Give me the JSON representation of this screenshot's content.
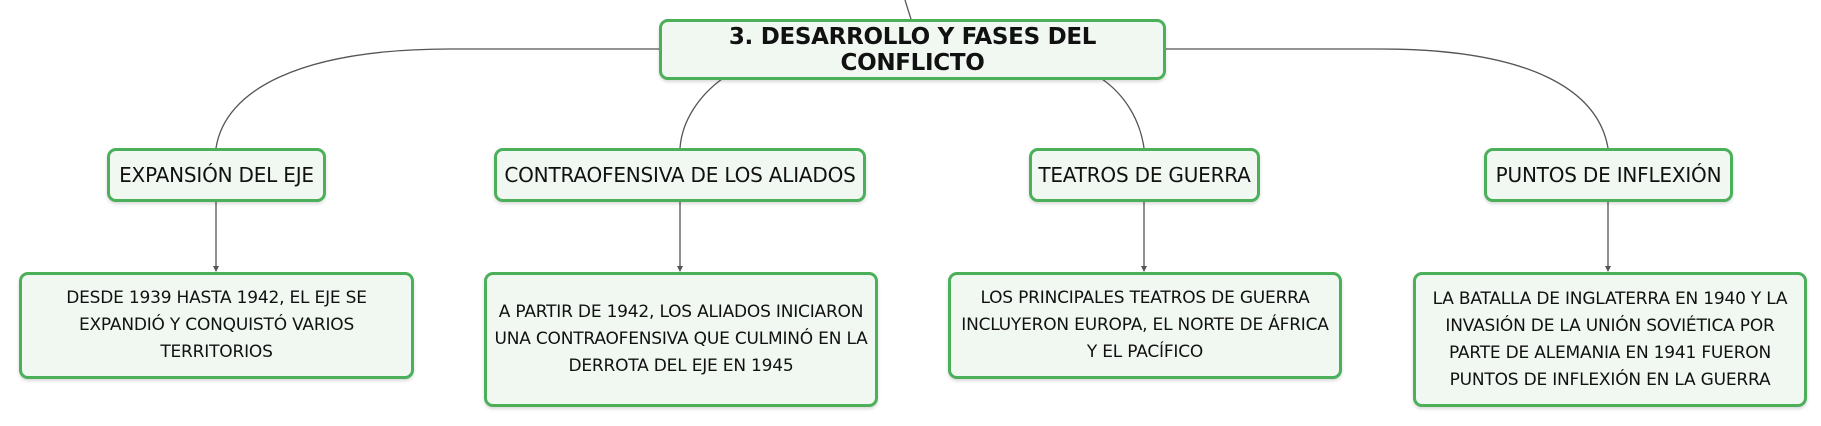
{
  "main_topic": {
    "label": "3. DESARROLLO Y FASES DEL CONFLICTO"
  },
  "branches": [
    {
      "label": "EXPANSIÓN DEL EJE",
      "detail": "DESDE 1939 HASTA 1942, EL EJE SE EXPANDIÓ Y CONQUISTÓ VARIOS TERRITORIOS"
    },
    {
      "label": "CONTRAOFENSIVA DE LOS ALIADOS",
      "detail": "A PARTIR DE 1942, LOS ALIADOS INICIARON UNA CONTRAOFENSIVA QUE CULMINÓ EN LA DERROTA DEL EJE EN 1945"
    },
    {
      "label": "TEATROS DE GUERRA",
      "detail": "LOS PRINCIPALES TEATROS DE GUERRA INCLUYERON EUROPA, EL NORTE DE ÁFRICA Y EL PACÍFICO"
    },
    {
      "label": "PUNTOS DE INFLEXIÓN",
      "detail": "LA BATALLA DE INGLATERRA EN 1940 Y LA INVASIÓN DE LA UNIÓN SOVIÉTICA POR PARTE DE ALEMANIA EN 1941 FUERON PUNTOS DE INFLEXIÓN EN LA GUERRA"
    }
  ],
  "colors": {
    "node_border": "#4caf5a",
    "node_fill": "#f1f8f2",
    "connector": "#555555"
  }
}
